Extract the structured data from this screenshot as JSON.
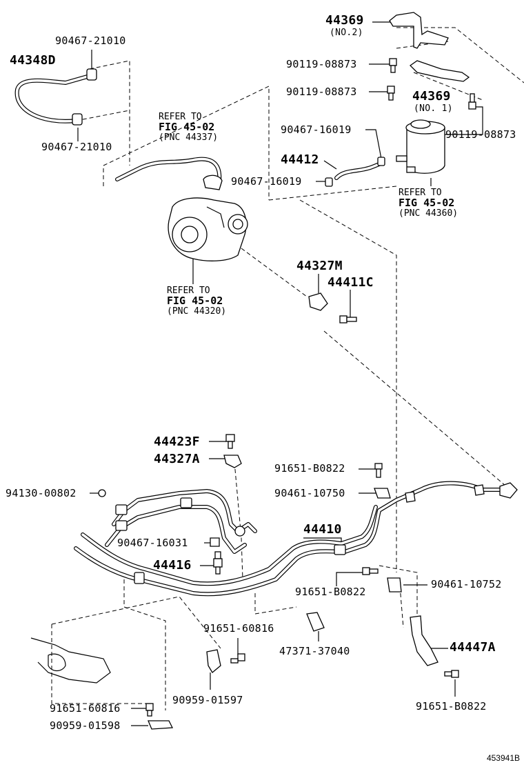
{
  "parts": [
    {
      "id": "p_44369_no2",
      "number": "44369",
      "note": "(NO.2)"
    },
    {
      "id": "p_90467_21010_a",
      "number": "90467-21010"
    },
    {
      "id": "p_44348d",
      "number": "44348D"
    },
    {
      "id": "p_90119_08873_a",
      "number": "90119-08873"
    },
    {
      "id": "p_90119_08873_b",
      "number": "90119-08873"
    },
    {
      "id": "p_44369_no1",
      "number": "44369",
      "note": "(NO. 1)"
    },
    {
      "id": "p_90119_08873_c",
      "number": "90119-08873"
    },
    {
      "id": "p_90467_21010_b",
      "number": "90467-21010"
    },
    {
      "id": "p_90467_16019_a",
      "number": "90467-16019"
    },
    {
      "id": "p_44412",
      "number": "44412"
    },
    {
      "id": "p_90467_16019_b",
      "number": "90467-16019"
    },
    {
      "id": "p_44327m",
      "number": "44327M"
    },
    {
      "id": "p_44411c",
      "number": "44411C"
    },
    {
      "id": "p_44423f",
      "number": "44423F"
    },
    {
      "id": "p_44327a",
      "number": "44327A"
    },
    {
      "id": "p_91651_b0822_a",
      "number": "91651-B0822"
    },
    {
      "id": "p_94130_00802",
      "number": "94130-00802"
    },
    {
      "id": "p_90461_10750",
      "number": "90461-10750"
    },
    {
      "id": "p_44410",
      "number": "44410"
    },
    {
      "id": "p_90467_16031",
      "number": "90467-16031"
    },
    {
      "id": "p_44416",
      "number": "44416"
    },
    {
      "id": "p_91651_b0822_b",
      "number": "91651-B0822"
    },
    {
      "id": "p_90461_10752",
      "number": "90461-10752"
    },
    {
      "id": "p_91651_60816_a",
      "number": "91651-60816"
    },
    {
      "id": "p_47371_37040",
      "number": "47371-37040"
    },
    {
      "id": "p_44447a",
      "number": "44447A"
    },
    {
      "id": "p_90959_01597",
      "number": "90959-01597"
    },
    {
      "id": "p_91651_60816_b",
      "number": "91651-60816"
    },
    {
      "id": "p_91651_b0822_c",
      "number": "91651-B0822"
    },
    {
      "id": "p_90959_01598",
      "number": "90959-01598"
    }
  ],
  "references": [
    {
      "id": "ref_44337",
      "refer": "REFER TO",
      "fig": "FIG 45-02",
      "pnc": "(PNC 44337)"
    },
    {
      "id": "ref_44360",
      "refer": "REFER TO",
      "fig": "FIG 45-02",
      "pnc": "(PNC 44360)"
    },
    {
      "id": "ref_44320",
      "refer": "REFER TO",
      "fig": "FIG 45-02",
      "pnc": "(PNC 44320)"
    }
  ],
  "diagram_id": "453941B"
}
